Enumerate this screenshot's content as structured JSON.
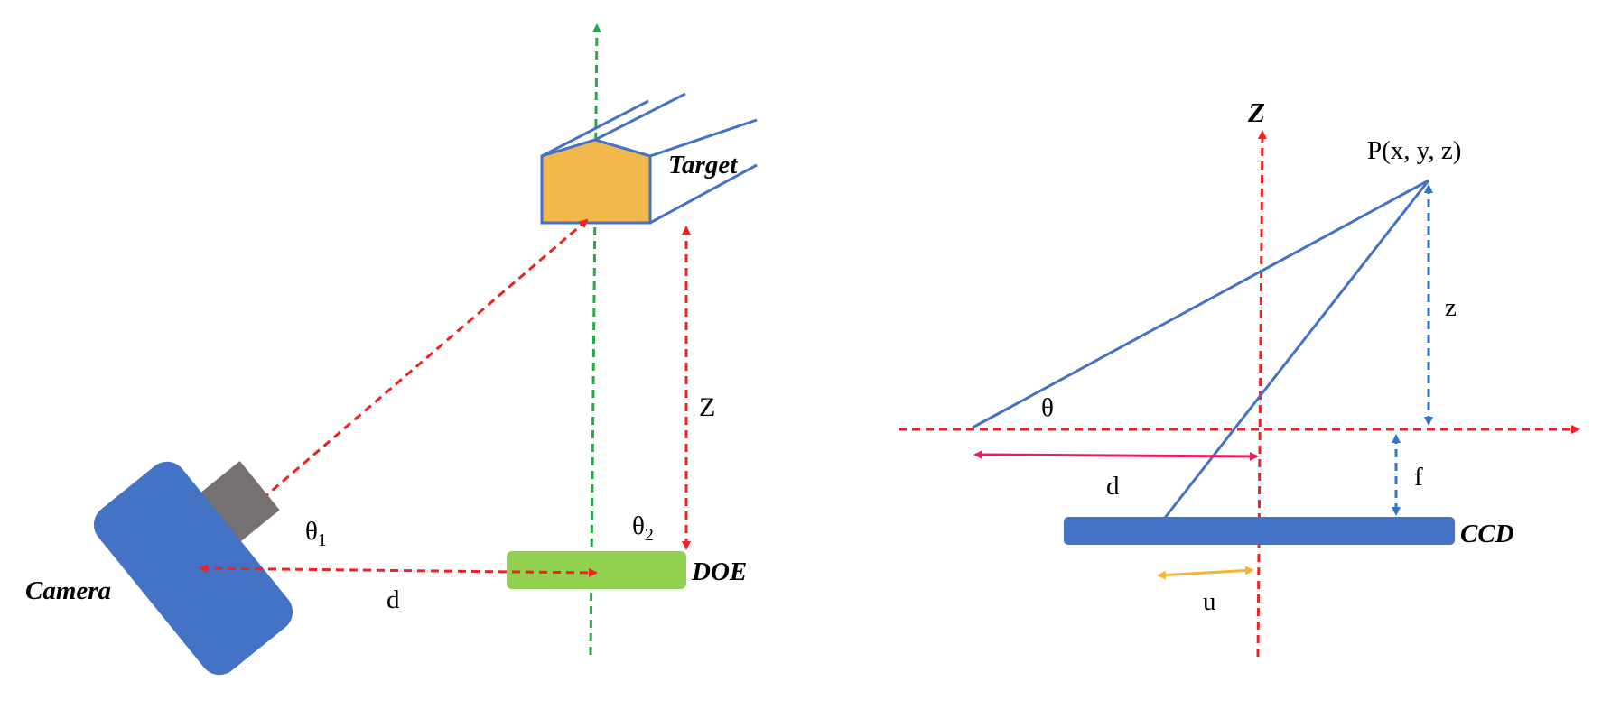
{
  "colors": {
    "blue": "#4472C4",
    "red": "#EE2222",
    "green": "#22AA44",
    "orange": "#F2B84B",
    "doe_green": "#92D050",
    "gray": "#767171",
    "crimson": "#E8205A",
    "dashed_blue": "#2E75C8",
    "yellow": "#F5B530"
  },
  "left_diagram": {
    "target_label": "Target",
    "z_label": "Z",
    "theta1": {
      "base": "θ",
      "sub": "1"
    },
    "theta2": {
      "base": "θ",
      "sub": "2"
    },
    "camera_label": "Camera",
    "d_label": "d",
    "doe_label": "DOE"
  },
  "right_diagram": {
    "z_axis_label": "Z",
    "point_label": "P(x, y, z)",
    "z_label": "z",
    "theta_label": "θ",
    "d_label": "d",
    "f_label": "f",
    "ccd_label": "CCD",
    "u_label": "u"
  }
}
